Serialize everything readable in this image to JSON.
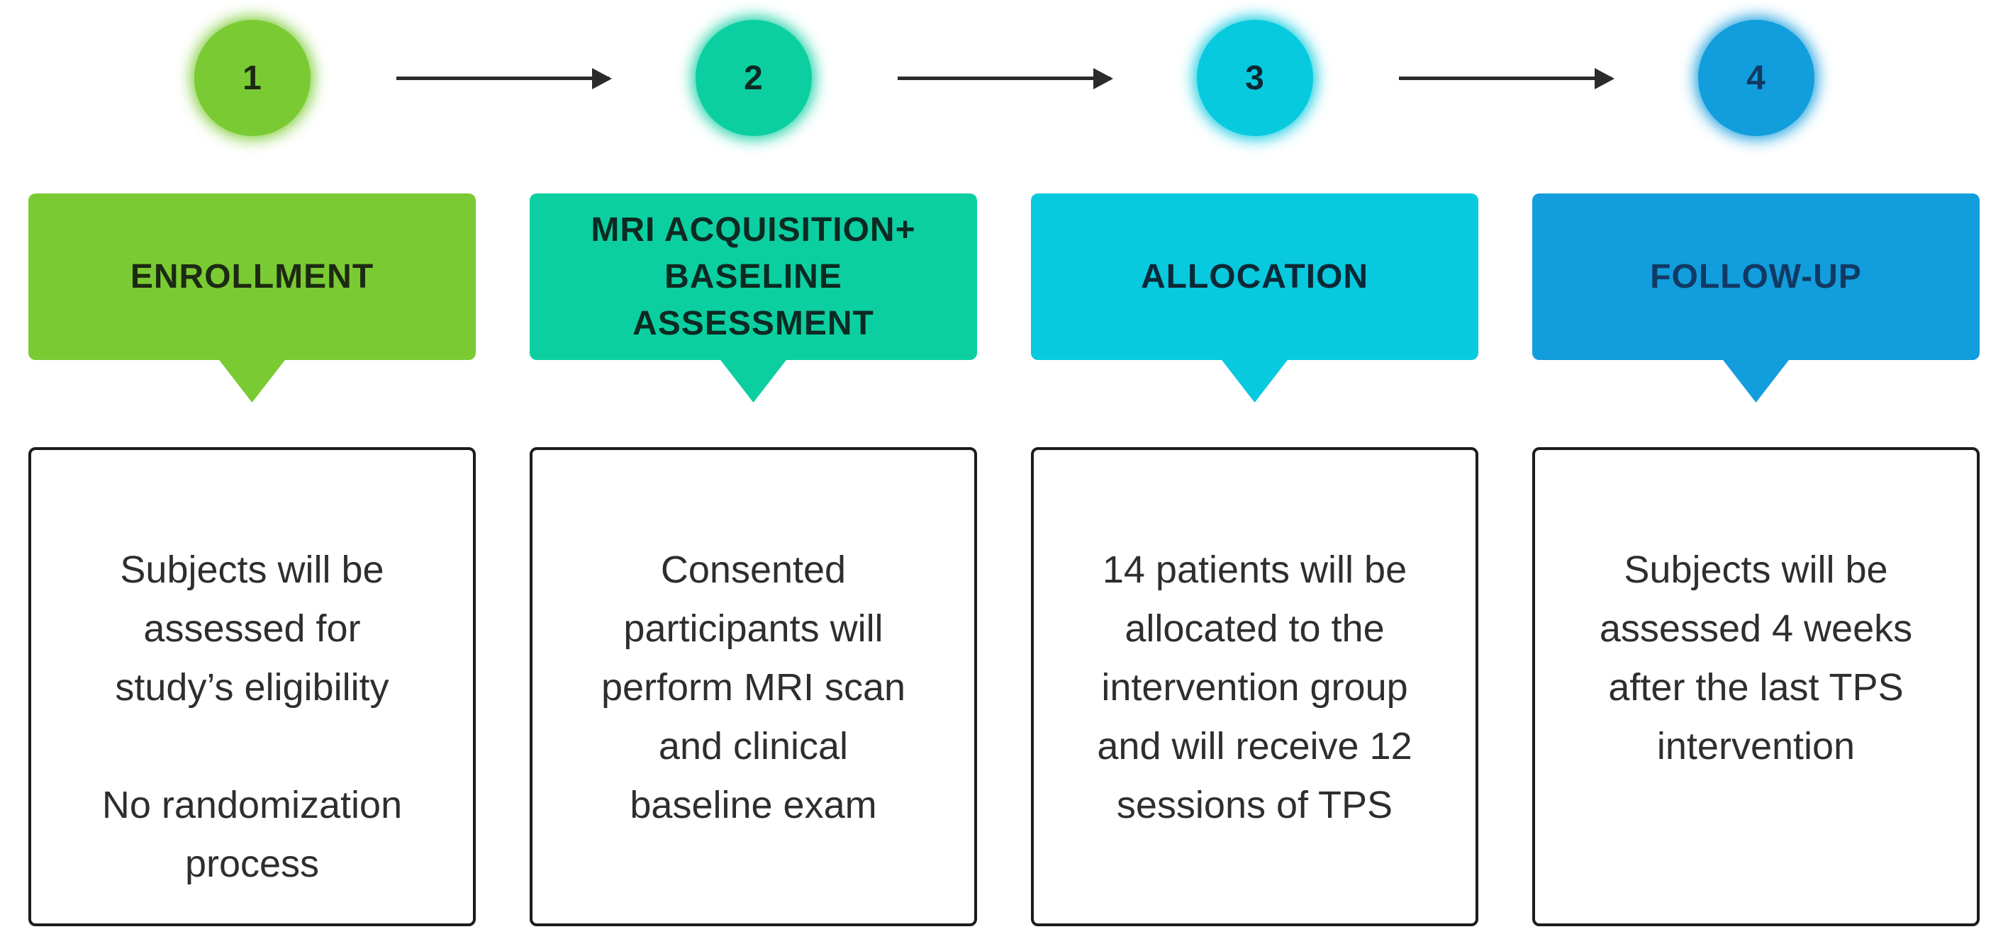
{
  "palette": {
    "ink": "#2e2e2e",
    "card_border": "#1c1c1c",
    "arrow": "#2b2b2b",
    "background": "#ffffff"
  },
  "steps": [
    {
      "number": "1",
      "color": "#7acb33",
      "title_color": "#1d2a12",
      "title_lines": [
        "ENROLLMENT"
      ],
      "body_lines": [
        "Subjects will be",
        "assessed for",
        "study’s eligibility",
        "",
        "No randomization",
        "process"
      ]
    },
    {
      "number": "2",
      "color": "#0ccfa1",
      "title_color": "#0c2a22",
      "title_lines": [
        "MRI ACQUISITION+",
        "BASELINE",
        "ASSESSMENT"
      ],
      "body_lines": [
        "Consented",
        "participants will",
        "perform MRI scan",
        "and clinical",
        "baseline exam"
      ]
    },
    {
      "number": "3",
      "color": "#08cadf",
      "title_color": "#0c2836",
      "title_lines": [
        "ALLOCATION"
      ],
      "body_lines": [
        "14 patients will be",
        "allocated to the",
        "intervention group",
        "and will receive 12",
        "sessions of TPS"
      ]
    },
    {
      "number": "4",
      "color": "#129ddc",
      "title_color": "#103a64",
      "title_lines": [
        "FOLLOW-UP"
      ],
      "body_lines": [
        "Subjects will be",
        "assessed 4 weeks",
        "after the last TPS",
        "intervention"
      ]
    }
  ]
}
